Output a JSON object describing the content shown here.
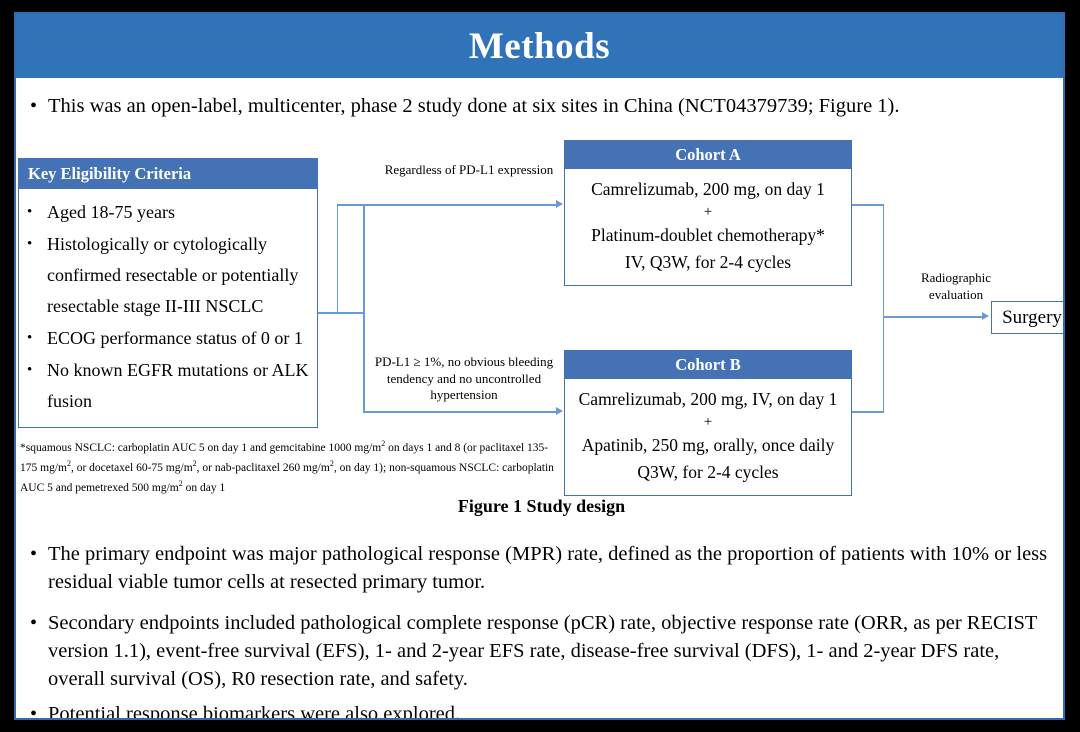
{
  "slide": {
    "title": "Methods",
    "accent_color": "#3173b8",
    "box_header_color": "#4472b4",
    "connector_color": "#6a9ad6",
    "border_color": "#2f6cb5",
    "background_color": "#ffffff",
    "outer_color": "#000000"
  },
  "bullets": {
    "intro": "This was an open-label, multicenter, phase 2 study done at six sites in China (NCT04379739; Figure 1).",
    "primary_endpoint": "The primary endpoint was major pathological response (MPR) rate, defined as the proportion of patients with 10% or less residual viable tumor cells at resected primary tumor.",
    "secondary_endpoints": "Secondary endpoints included pathological complete response (pCR) rate, objective response rate (ORR, as per RECIST version 1.1), event-free survival (EFS), 1- and 2-year EFS rate, disease-free survival (DFS), 1- and 2-year DFS rate, overall survival (OS), R0 resection rate, and safety.",
    "biomarkers": "Potential response biomarkers were also explored.",
    "marker": "•"
  },
  "figure": {
    "caption": "Figure 1 Study design",
    "eligibility": {
      "header": "Key  Eligibility Criteria",
      "marker": "•",
      "items": [
        "Aged 18-75 years",
        "Histologically or cytologically confirmed resectable or potentially resectable stage II-III  NSCLC",
        "ECOG performance status of 0 or 1",
        "No known EGFR mutations or ALK fusion"
      ]
    },
    "footnote": "*squamous NSCLC: carboplatin AUC 5 on day 1 and gemcitabine 1000 mg/m2 on days 1 and 8 (or paclitaxel 135-175 mg/m2, or docetaxel 60-75 mg/m2, or nab-paclitaxel 260 mg/m2, on day 1); non-squamous NSCLC: carboplatin AUC 5 and pemetrexed 500 mg/m2 on day 1",
    "cohort_a": {
      "header": "Cohort A",
      "line1": "Camrelizumab, 200 mg, on day 1",
      "plus": "+",
      "line2": "Platinum-doublet chemotherapy*",
      "line3": "IV, Q3W, for 2-4 cycles"
    },
    "cohort_b": {
      "header": "Cohort B",
      "line1": "Camrelizumab, 200 mg, IV, on day 1",
      "plus": "+",
      "line2": "Apatinib, 250 mg, orally, once daily",
      "line3": "Q3W, for 2-4 cycles"
    },
    "labels": {
      "cohort_a_criteria": "Regardless  of PD-L1 expression",
      "cohort_b_criteria": "PD-L1 ≥ 1%, no obvious bleeding tendency and no uncontrolled  hypertension",
      "radiographic": "Radiographic evaluation"
    },
    "surgery": "Surgery"
  }
}
